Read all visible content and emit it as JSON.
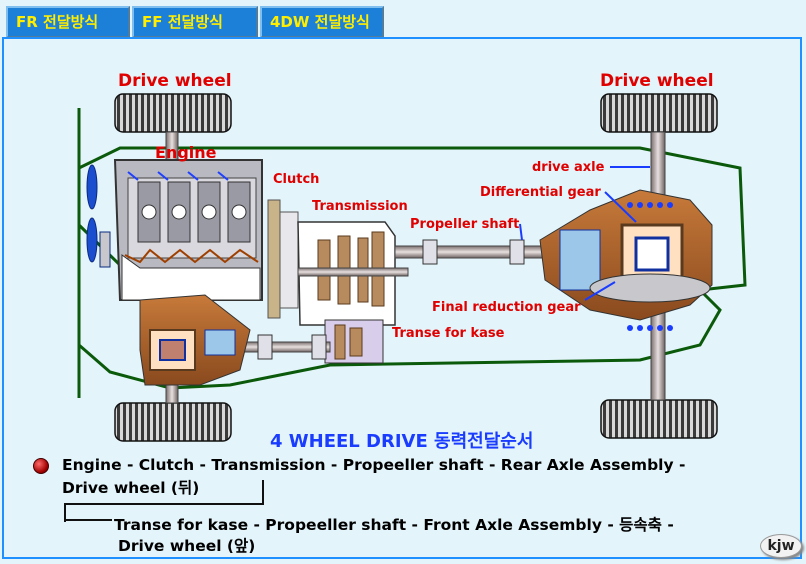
{
  "tabs": [
    {
      "label": "FR  전달방식"
    },
    {
      "label": "FF  전달방식"
    },
    {
      "label": "4DW  전달방식"
    }
  ],
  "diagram": {
    "labels": {
      "drive_wheel_left": "Drive wheel",
      "drive_wheel_right": "Drive wheel",
      "engine": "Engine",
      "clutch": "Clutch",
      "transmission": "Transmission",
      "propeller_shaft": "Propeller shaft",
      "drive_axle": "drive axle",
      "differential_gear": "Differential gear",
      "final_reduction_gear": "Final reduction gear",
      "transfer_case": "Transe for kase"
    },
    "title": "4 WHEEL DRIVE 동력전달순서"
  },
  "sequence": {
    "line1": "Engine - Clutch - Transmission - Propeeller  shaft -  Rear Axle Assembly -",
    "line2": "Drive wheel (뒤)",
    "line3": "Transe for kase - Propeeller  shaft -  Front Axle Assembly - 등속축 -",
    "line4": "Drive wheel (앞)"
  },
  "logo": {
    "text": "kjw"
  },
  "colors": {
    "background": "#e3f4fa",
    "tab_bg": "#1c7fd8",
    "tab_text": "#ffee00",
    "label_red": "#e00000",
    "title_blue": "#1a3cff",
    "frame_green": "#0b5a0b"
  }
}
